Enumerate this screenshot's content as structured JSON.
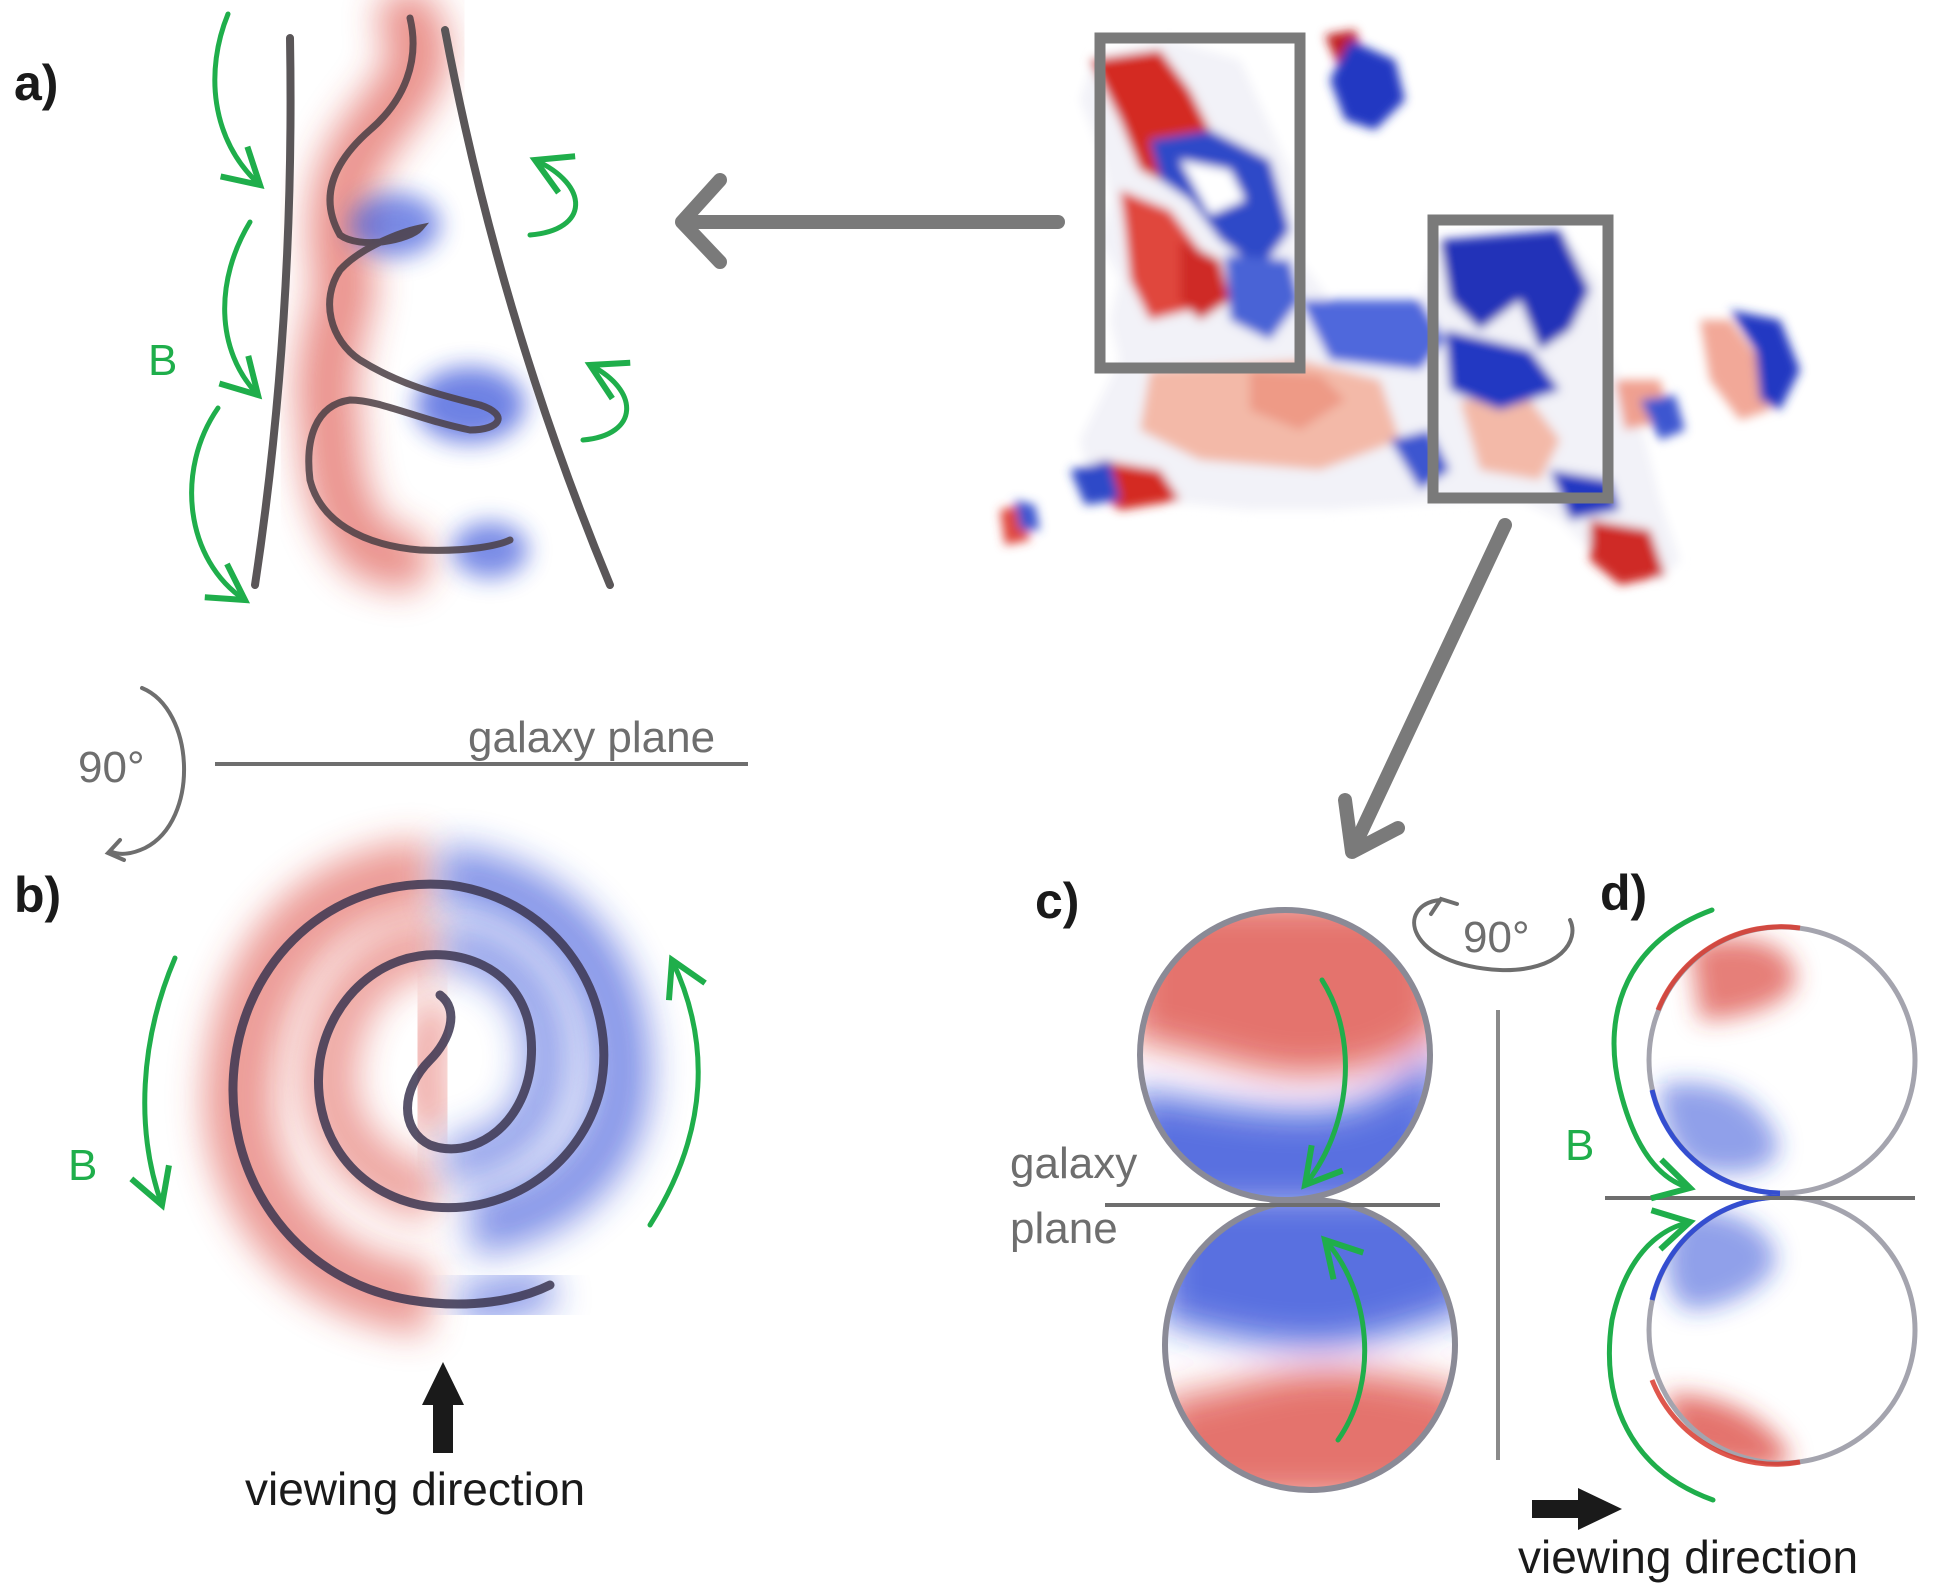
{
  "colors": {
    "red": "#d9392e",
    "blue": "#2140d6",
    "field_line": "#1fae4b",
    "gray": "#7a7a7a",
    "dark": "#1a1a1a"
  },
  "panels": {
    "a": {
      "label": "a)",
      "field_label": "B"
    },
    "b": {
      "label": "b)",
      "field_label": "B",
      "viewing": "viewing direction"
    },
    "c": {
      "label": "c)",
      "plane_line1": "galaxy",
      "plane_line2": "plane"
    },
    "d": {
      "label": "d)",
      "field_label": "B",
      "viewing": "viewing direction"
    }
  },
  "rotation": {
    "left": "90°",
    "right": "90°"
  },
  "plane_label": "galaxy plane"
}
